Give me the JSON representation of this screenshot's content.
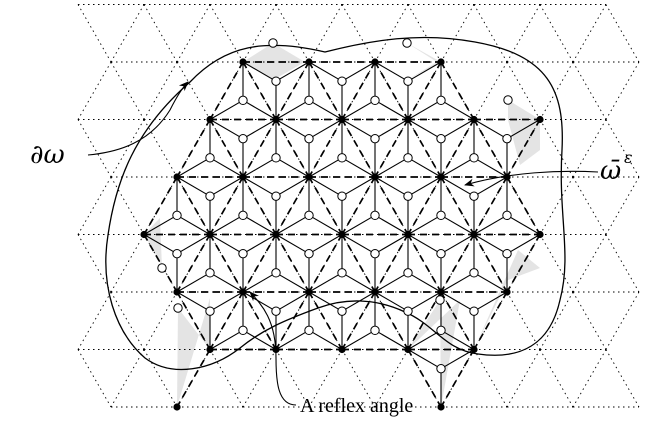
{
  "labels": {
    "boundary": "∂ω",
    "domain": "ω̄",
    "domain_superscript": "ε",
    "reflex_angle": "A reflex angle"
  },
  "colors": {
    "ink": "#000000",
    "shade": "#e4e4e4",
    "background": "#ffffff"
  }
}
